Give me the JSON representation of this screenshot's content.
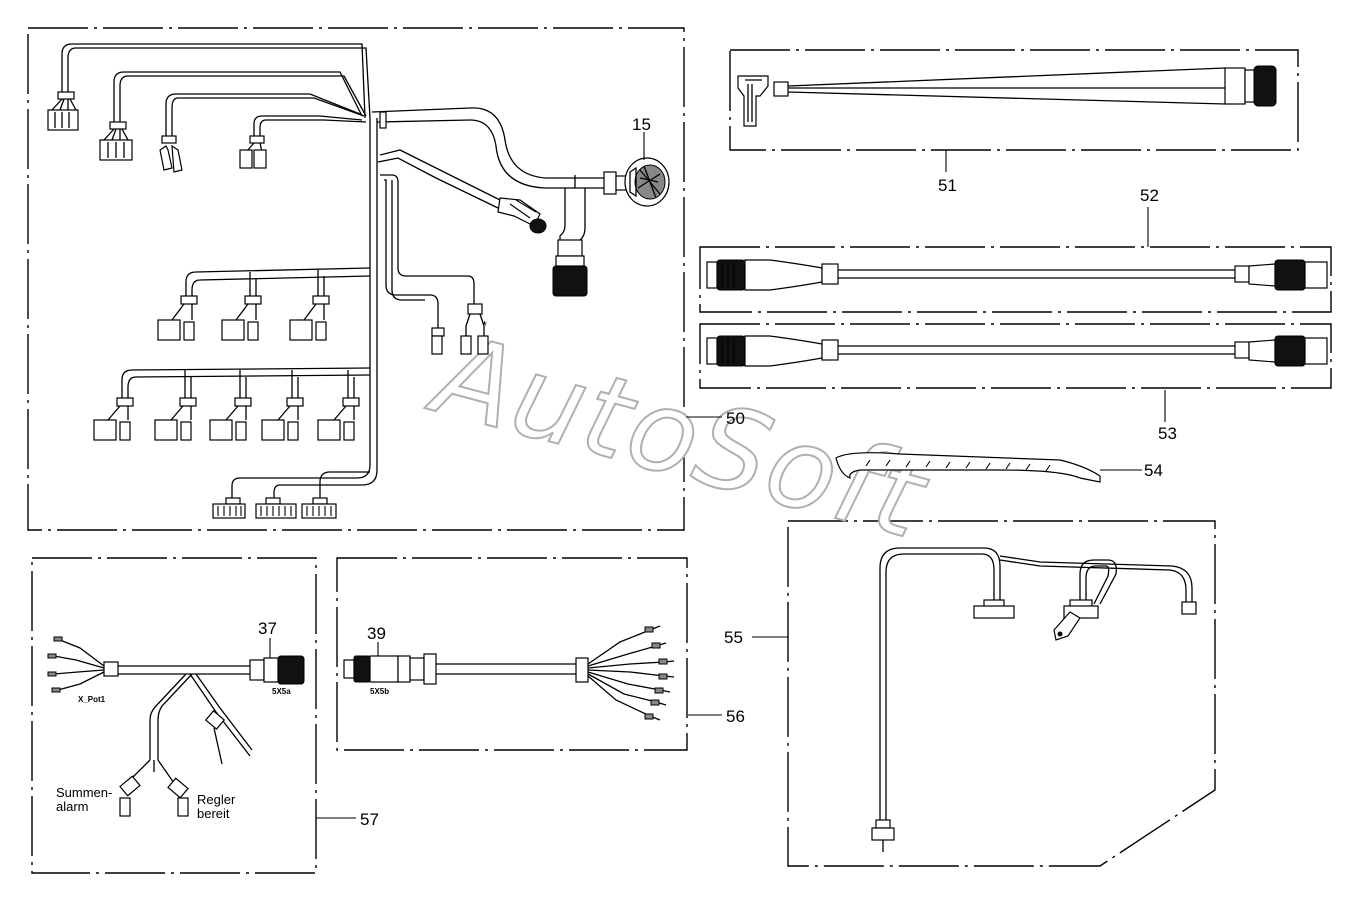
{
  "watermark": "AutoSoft",
  "callouts": {
    "c15": "15",
    "c37": "37",
    "c39": "39",
    "c50": "50",
    "c51": "51",
    "c52": "52",
    "c53": "53",
    "c54": "54",
    "c55": "55",
    "c56": "56",
    "c57": "57"
  },
  "labels": {
    "x_pot": "X_Pot1",
    "x5a": "5X5a",
    "x5b": "5X5b",
    "summenalarm_1": "Summen-",
    "summenalarm_2": "alarm",
    "regler_1": "Regler",
    "regler_2": "bereit",
    "asterisk": "*"
  }
}
